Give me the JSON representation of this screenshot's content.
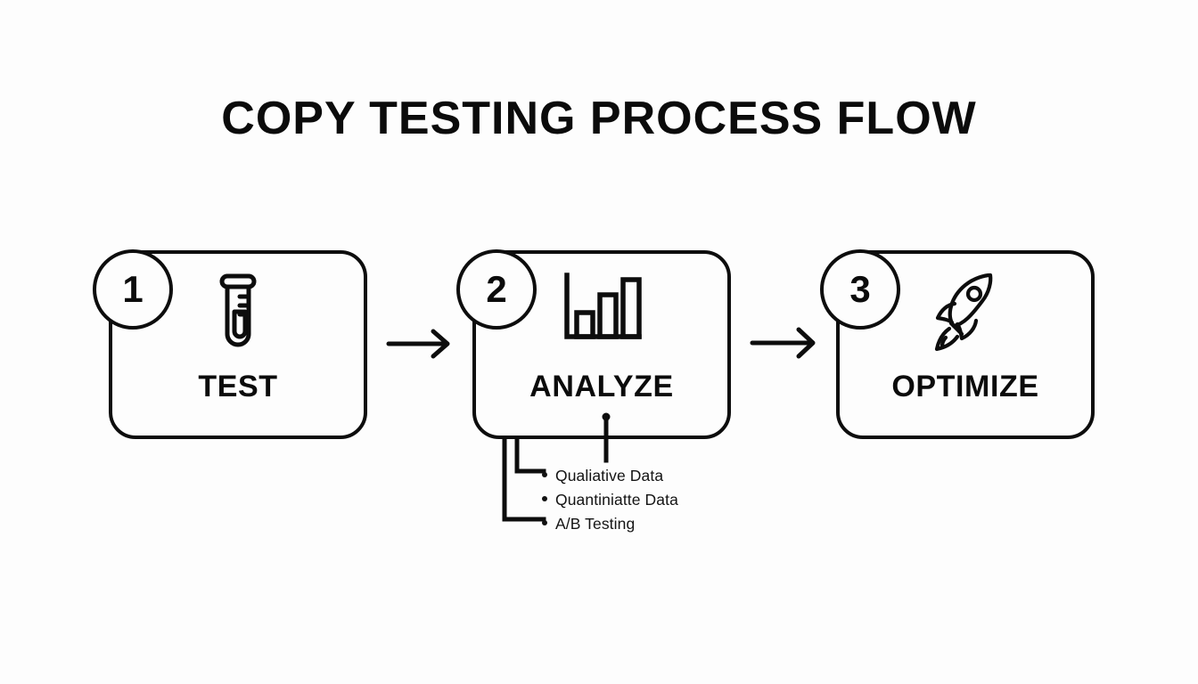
{
  "page": {
    "background_color": "#fdfdfd",
    "ink_color": "#0d0d0d",
    "title": "COPY TESTING PROCESS FLOW"
  },
  "flow": {
    "steps": [
      {
        "number": "1",
        "label": "TEST",
        "icon": "test-tube-icon"
      },
      {
        "number": "2",
        "label": "ANALYZE",
        "icon": "bar-chart-icon"
      },
      {
        "number": "3",
        "label": "OPTIMIZE",
        "icon": "rocket-icon"
      }
    ],
    "connectors": [
      {
        "name": "arrow-step1-to-step2",
        "glyph": "arrow-right-icon"
      },
      {
        "name": "arrow-step2-to-step3",
        "glyph": "arrow-right-icon"
      }
    ]
  },
  "analyze_details": {
    "parent_step": "ANALYZE",
    "items": [
      "Qualiative Data",
      "Quantiniatte Data",
      "A/B Testing"
    ]
  }
}
